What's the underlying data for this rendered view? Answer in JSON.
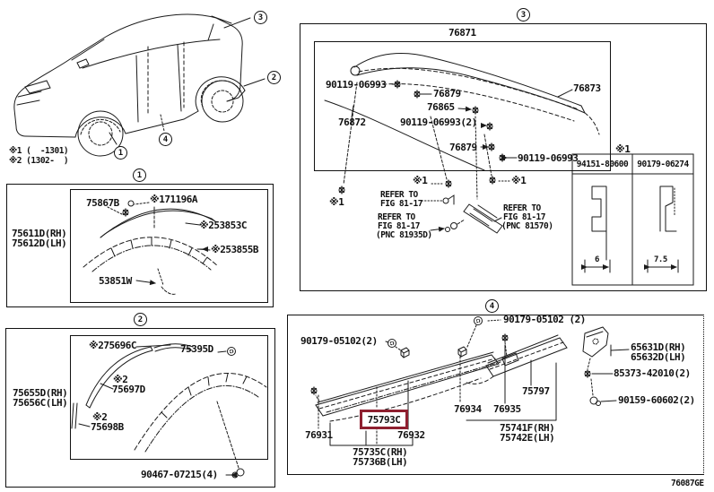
{
  "colors": {
    "highlight": "#8e1f2f",
    "line": "#111111",
    "background": "#ffffff"
  },
  "footer_code": "76087GE",
  "car_notes": {
    "note1": "※1 (  -1301)",
    "note2": "※2 (1302-  )"
  },
  "section1": {
    "num": "1",
    "side_rh": "75611D(RH)",
    "side_lh": "75612D(LH)",
    "p_75867B": "75867B",
    "p_171196A": "※171196A",
    "p_253853C": "※253853C",
    "p_253855B": "※253855B",
    "p_53851W": "53851W"
  },
  "section2": {
    "num": "2",
    "side_rh": "75655D(RH)",
    "side_lh": "75656C(LH)",
    "p_275696C": "※275696C",
    "p_75395D": "75395D",
    "star2": "※2",
    "p_75697D": "75697D",
    "p_75698B": "75698B",
    "p_90467": "90467-07215(4)"
  },
  "section3": {
    "num": "3",
    "title": "76871",
    "p_90119_left": "90119-06993",
    "p_76879_top": "76879",
    "p_76865": "76865",
    "p_76872": "76872",
    "p_90119_mid": "90119-06993(2)",
    "p_76873": "76873",
    "p_76879_bottom": "76879",
    "p_90119_right": "90119-06993",
    "star1": "※1",
    "ref_top": {
      "l1": "REFER TO",
      "l2": "FIG 81-17"
    },
    "ref_left": {
      "l1": "REFER TO",
      "l2": "FIG 81-17",
      "l3": "(PNC 81935D)"
    },
    "ref_right": {
      "l1": "REFER TO",
      "l2": "FIG 81-17",
      "l3": "(PNC 81570)"
    },
    "table": {
      "note": "※1",
      "col1": "94151-80600",
      "col2": "90179-06274",
      "dim1": "6",
      "dim2": "7.5"
    }
  },
  "section4": {
    "num": "4",
    "p_90179_left": "90179-05102(2)",
    "p_90179_top": "90179-05102 (2)",
    "p_65631": "65631D(RH)",
    "p_65632": "65632D(LH)",
    "p_85373": "85373-42010(2)",
    "p_90159": "90159-60602(2)",
    "p_75797": "75797",
    "p_76934": "76934",
    "p_76935": "76935",
    "p_75741": "75741F(RH)",
    "p_75742": "75742E(LH)",
    "p_76931": "76931",
    "p_75793": "75793C",
    "p_76932": "76932",
    "p_75735": "75735C(RH)",
    "p_75736": "75736B(LH)"
  }
}
